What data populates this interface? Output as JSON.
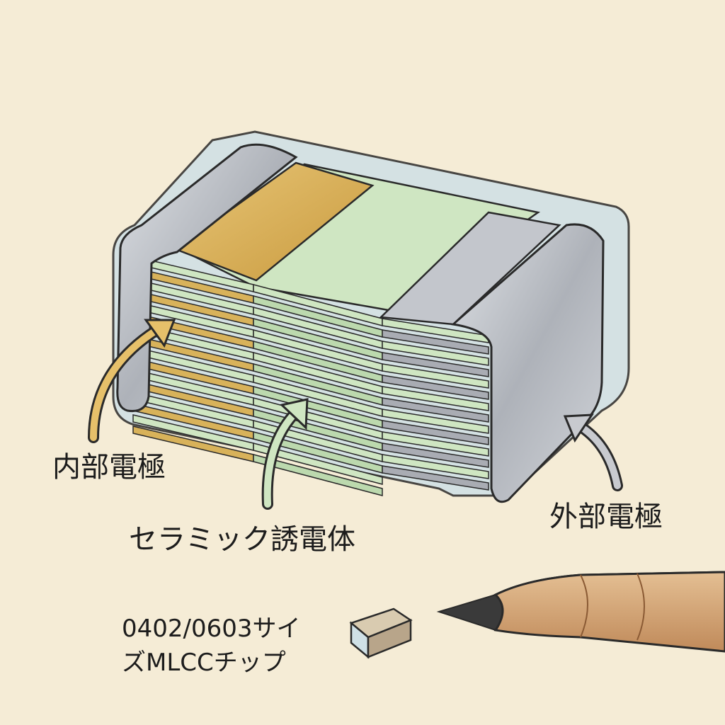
{
  "labels": {
    "inner_electrode": "内部電極",
    "ceramic_dielectric": "セラミック誘電体",
    "outer_electrode": "外部電極",
    "chip_size_line1": "0402/0603サイ",
    "chip_size_line2": "ズMLCCチップ"
  },
  "colors": {
    "background": "#f5ecd6",
    "inner_electrode": "#d8b25a",
    "ceramic": "#cfe6c2",
    "outer_electrode": "#b9bcc3",
    "casing": "#cfe0e6"
  },
  "icons": [
    "arrow-icon",
    "pencil-icon",
    "mlcc-chip-icon"
  ]
}
